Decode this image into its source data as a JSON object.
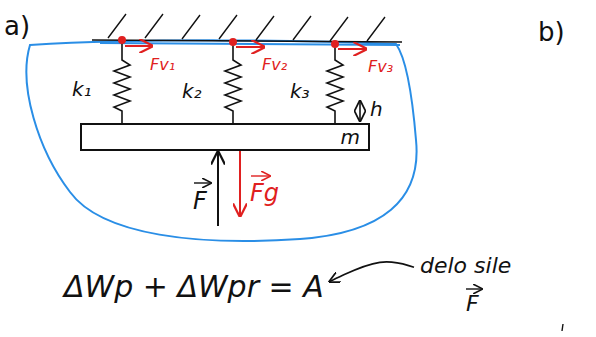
{
  "diagram": {
    "nodes": [
      {
        "text": [
          "m"
        ]
      }
    ],
    "labels": [
      "a)",
      "b)",
      "Fv₁",
      "Fv₂",
      "Fv₃",
      "k₁",
      "k₂",
      "k₃",
      "h",
      "F",
      "Fg",
      "ΔWp + ΔWpr = A",
      "delo sile",
      "F"
    ]
  }
}
